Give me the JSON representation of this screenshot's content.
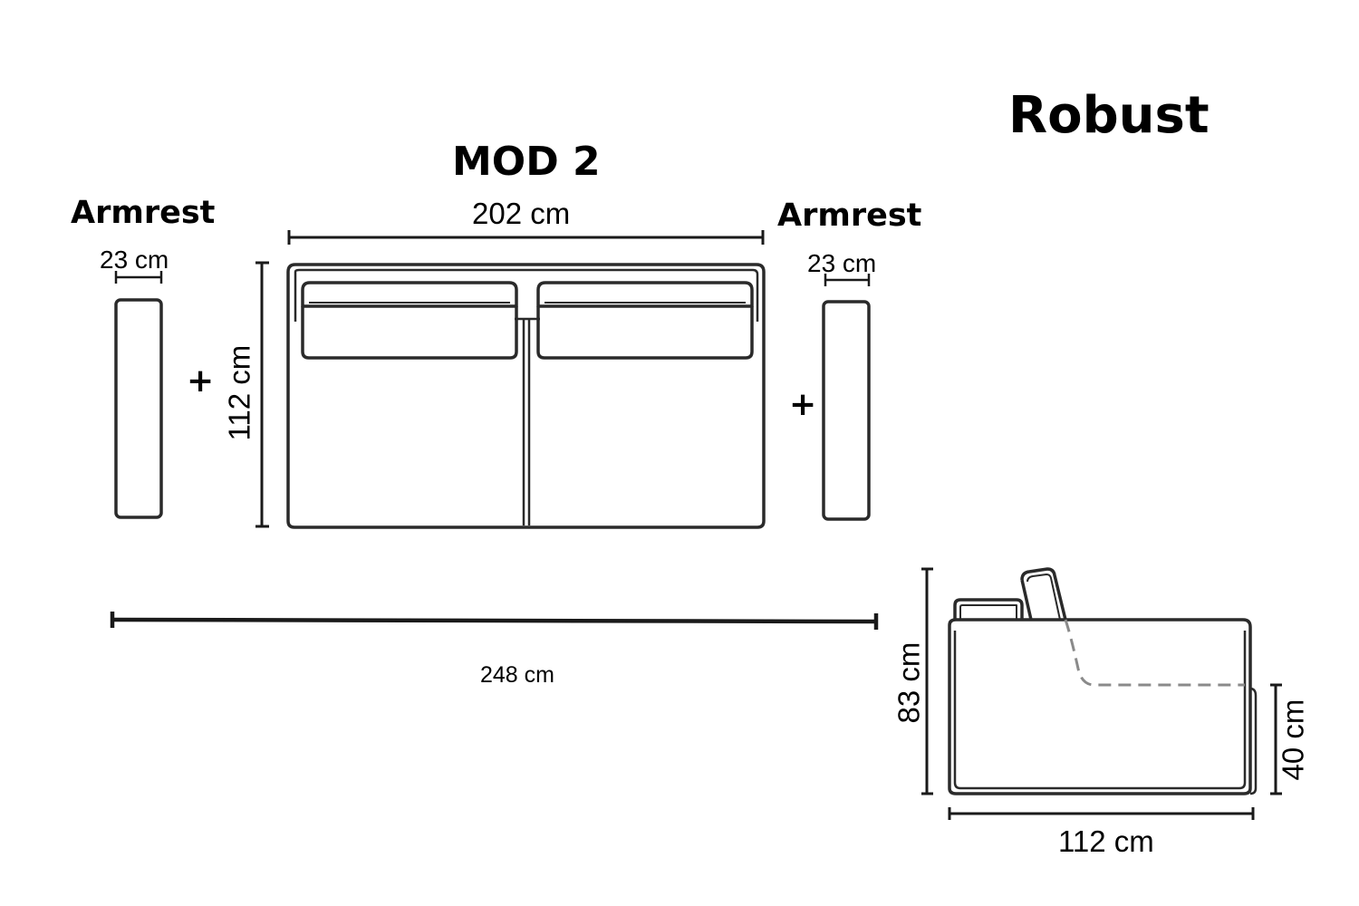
{
  "product_name": "Robust",
  "module_title": "MOD 2",
  "armrest_left": {
    "label": "Armrest",
    "width": "23 cm"
  },
  "armrest_right": {
    "label": "Armrest",
    "width": "23 cm"
  },
  "module": {
    "width": "202 cm",
    "depth": "112 cm"
  },
  "plus_sign": "+",
  "total_width": "248 cm",
  "side_view": {
    "height": "83 cm",
    "seat_height": "40 cm",
    "depth": "112 cm"
  }
}
